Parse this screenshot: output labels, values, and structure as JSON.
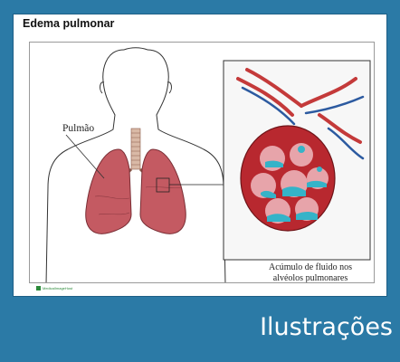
{
  "title": "Edema pulmonar",
  "labels": {
    "lung": "Pulmão",
    "caption_line1": "Acúmulo de fluido nos",
    "caption_line2": "alvéolos pulmonares"
  },
  "footer": {
    "brand": "MedicalImageHost"
  },
  "banner": {
    "text": "Ilustrações"
  },
  "colors": {
    "banner": "#2b7aa6",
    "lung": "#c45a62",
    "fluid": "#35b3c8",
    "alveolus": "#b8282f"
  }
}
